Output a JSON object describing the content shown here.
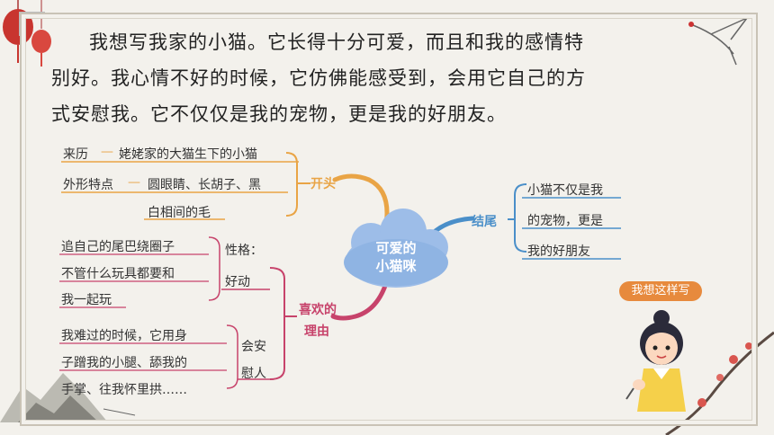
{
  "intro": {
    "line1": "我想写我家的小猫。它长得十分可爱，而且和我的感情特",
    "line2": "别好。我心情不好的时候，它仿佛能感受到，会用它自己的方",
    "line3": "式安慰我。它不仅仅是我的宠物，更是我的好朋友。"
  },
  "mindmap": {
    "center": {
      "line1": "可爱的",
      "line2": "小猫咪"
    },
    "opening": {
      "label": "开头",
      "origin_key": "来历",
      "origin_value": "姥姥家的大猫生下的小猫",
      "looks_key": "外形特点",
      "looks_value_1": "圆眼睛、长胡子、黑",
      "looks_value_2": "白相间的毛"
    },
    "ending": {
      "label": "结尾",
      "line1": "小猫不仅是我",
      "line2": "的宠物，更是",
      "line3": "我的好朋友"
    },
    "reasons": {
      "label_1": "喜欢的",
      "label_2": "理由",
      "personality_1": "性格：",
      "personality_2": "好动",
      "active_1": "追自己的尾巴绕圈子",
      "active_2": "不管什么玩具都要和",
      "active_3": "我一起玩",
      "comfort_1": "会安",
      "comfort_2": "慰人",
      "comfort_ex_1": "我难过的时候，它用身",
      "comfort_ex_2": "子蹭我的小腿、舔我的",
      "comfort_ex_3": "手掌、往我怀里拱……"
    }
  },
  "badge": {
    "label": "我想这样写"
  },
  "colors": {
    "opening": "#e9a445",
    "ending": "#4a8fc9",
    "reasons": "#c7436b",
    "center": "#8fb4e3"
  }
}
